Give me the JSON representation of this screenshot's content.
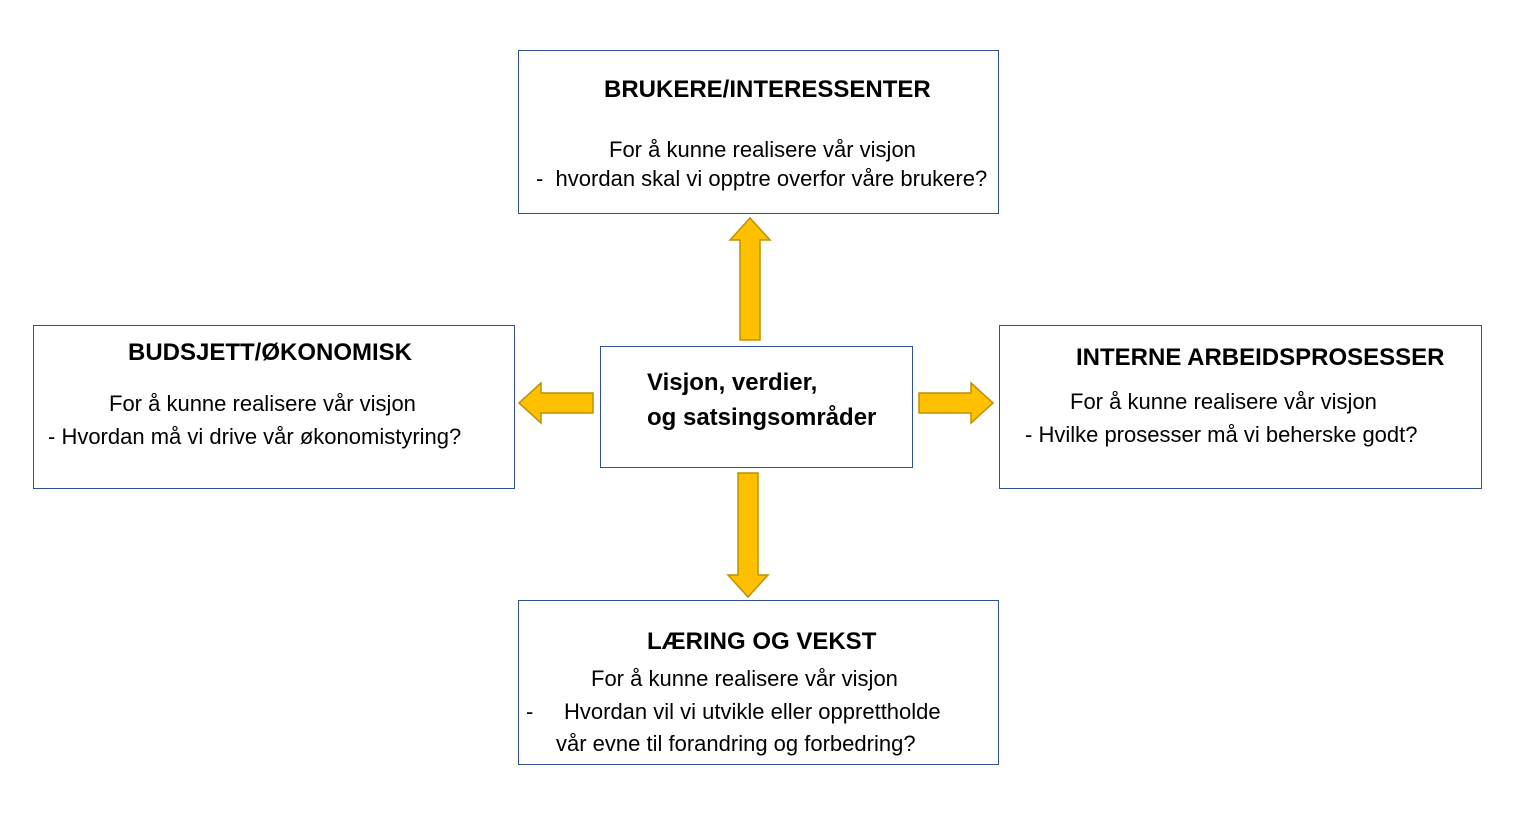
{
  "colors": {
    "box_border": "#2f528f",
    "arrow_fill": "#ffc000",
    "arrow_stroke": "#bf9000"
  },
  "center": {
    "line1": "Visjon, verdier,",
    "line2": "og satsingsområder"
  },
  "top": {
    "title": "BRUKERE/INTERESSENTER",
    "line1": "For å kunne realisere vår visjon",
    "line2": "-  hvordan skal vi opptre overfor våre brukere?"
  },
  "left": {
    "title": "BUDSJETT/ØKONOMISK",
    "line1": "For å kunne realisere vår visjon",
    "line2": "- Hvordan må vi drive vår økonomistyring?"
  },
  "right": {
    "title": "INTERNE ARBEIDSPROSESSER",
    "line1": "For å kunne realisere vår visjon",
    "line2": "- Hvilke prosesser må vi beherske godt?"
  },
  "bottom": {
    "title": "LÆRING OG VEKST",
    "line1": "For å kunne realisere vår visjon",
    "line2_dash": "-",
    "line2": "Hvordan vil vi utvikle eller opprettholde",
    "line3": "vår evne til forandring og forbedring?"
  }
}
